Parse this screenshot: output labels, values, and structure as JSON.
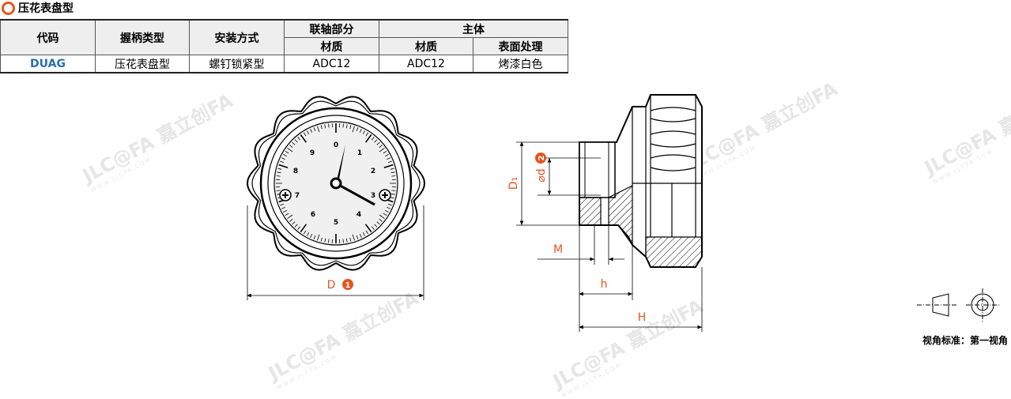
{
  "heading": "压花表盘型",
  "table": {
    "headers_top": [
      "代码",
      "握柄类型",
      "安装方式",
      "联轴部分",
      "主体"
    ],
    "headers_sub": [
      "材质",
      "材质",
      "表面处理"
    ],
    "row": [
      "DUAG",
      "压花表盘型",
      "螺钉锁紧型",
      "ADC12",
      "ADC12",
      "烤漆白色"
    ]
  },
  "dial_numbers": [
    "0",
    "1",
    "2",
    "3",
    "4",
    "5",
    "6",
    "7",
    "8",
    "9"
  ],
  "dims": {
    "D": "D",
    "D_badge": "1",
    "D1": "D₁",
    "d": "⌀d",
    "d_badge": "2",
    "M": "M",
    "h": "h",
    "H": "H"
  },
  "watermark": {
    "brand": "JLC@FA 嘉立创FA",
    "url": "WWW.JLCFA.COM"
  },
  "projection_label": "视角标准：第一视角",
  "colors": {
    "accent": "#e8531f",
    "code_blue": "#2a6db0",
    "dim_orange": "#e8531f"
  }
}
